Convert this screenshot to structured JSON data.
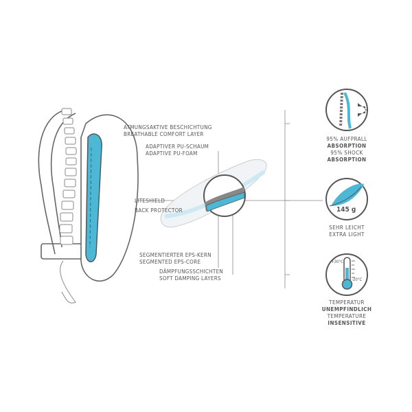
{
  "labels": {
    "comfort_de": "ATMUNGSAKTIVE BESCHICHTUNG",
    "comfort_en": "BREATHABLE COMFORT LAYER",
    "foam_de": "ADAPTIVER PU-SCHAUM",
    "foam_en": "ADAPTIVE PU-FOAM",
    "product_1": "LITESHIELD",
    "product_2": "BACK PROTECTOR",
    "core_de": "SEGMENTIERTER EPS-KERN",
    "core_en": "SEGMENTED EPS-CORE",
    "damping_de": "DÄMPFUNGSSCHICHTEN",
    "damping_en": "SOFT DAMPING LAYERS"
  },
  "features": [
    {
      "icon": "spine-impact-icon",
      "lines": [
        "95% AUFPRALL",
        "ABSORPTION",
        "95% SHOCK",
        "ABSORPTION"
      ]
    },
    {
      "icon": "feather-icon",
      "value": "145 g",
      "lines": [
        "SEHR LEICHT",
        "EXTRA LIGHT"
      ]
    },
    {
      "icon": "thermometer-icon",
      "max": "+30°C",
      "min": "-20°C",
      "lines": [
        "TEMPERATUR",
        "UNEMPFINDLICH",
        "TEMPERATURE",
        "INSENSITIVE"
      ]
    }
  ],
  "colors": {
    "accent": "#4cb8d6",
    "line": "#777777"
  }
}
